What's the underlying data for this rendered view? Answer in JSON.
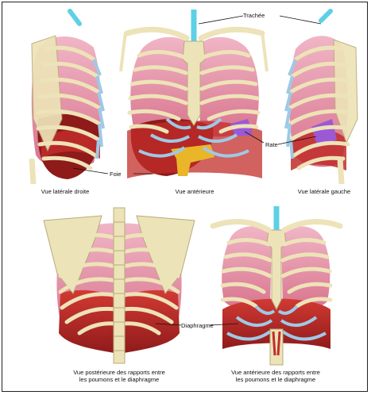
{
  "labels": {
    "trachee": "Trachée",
    "foie": "Foie",
    "rate": "Rate",
    "diaphragme": "Diaphragme"
  },
  "captions": {
    "lateral_droite": "Vue latérale droite",
    "anterieure": "Vue antérieure",
    "lateral_gauche": "Vue latérale gauche",
    "posterieure_line1": "Vue postérieure des rapports entre",
    "posterieure_line2": "les poumons et le diaphragme",
    "anterieure_rapports_line1": "Vue antérieure des rapports entre",
    "anterieure_rapports_line2": "les poumons et le diaphragme"
  },
  "colors": {
    "bone": "#ede3b8",
    "bone_edge": "#b8ab7a",
    "lung": "#e8a0b4",
    "lung_dark": "#d77e98",
    "cartilage": "#9ec9e6",
    "diaphragm": "#c12d2a",
    "liver": "#8e1a1a",
    "spleen": "#9b59d6",
    "trachea": "#5ed0e6",
    "gallbladder": "#e9b62a"
  }
}
